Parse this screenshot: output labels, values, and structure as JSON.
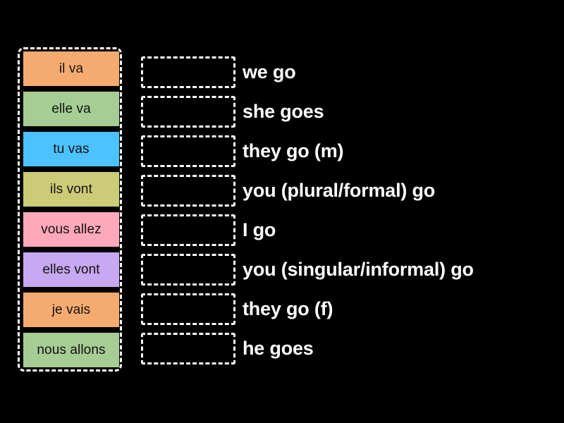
{
  "activity": {
    "type": "match-up",
    "background_color": "#000000"
  },
  "tile_tray": {
    "name": "french-aller-conjugation-tiles",
    "border_color": "#ffffff",
    "tiles": [
      {
        "label": "il va",
        "color": "#f5ab70",
        "text_color": "#111111"
      },
      {
        "label": "elle va",
        "color": "#a5cd94",
        "text_color": "#111111"
      },
      {
        "label": "tu vas",
        "color": "#4cc2ff",
        "text_color": "#111111"
      },
      {
        "label": "ils vont",
        "color": "#cccb77",
        "text_color": "#111111"
      },
      {
        "label": "vous allez",
        "color": "#ffa8bc",
        "text_color": "#111111"
      },
      {
        "label": "elles vont",
        "color": "#c8a8f0",
        "text_color": "#111111"
      },
      {
        "label": "je vais",
        "color": "#f5ab70",
        "text_color": "#111111"
      },
      {
        "label": "nous allons",
        "color": "#a5cd94",
        "text_color": "#111111"
      }
    ]
  },
  "rows": [
    {
      "dropzone_value": "",
      "answer": "we go"
    },
    {
      "dropzone_value": "",
      "answer": "she goes"
    },
    {
      "dropzone_value": "",
      "answer": "they go (m)"
    },
    {
      "dropzone_value": "",
      "answer": "you (plural/formal) go"
    },
    {
      "dropzone_value": "",
      "answer": "I go"
    },
    {
      "dropzone_value": "",
      "answer": "you (singular/informal) go"
    },
    {
      "dropzone_value": "",
      "answer": "they go (f)"
    },
    {
      "dropzone_value": "",
      "answer": "he goes"
    }
  ]
}
